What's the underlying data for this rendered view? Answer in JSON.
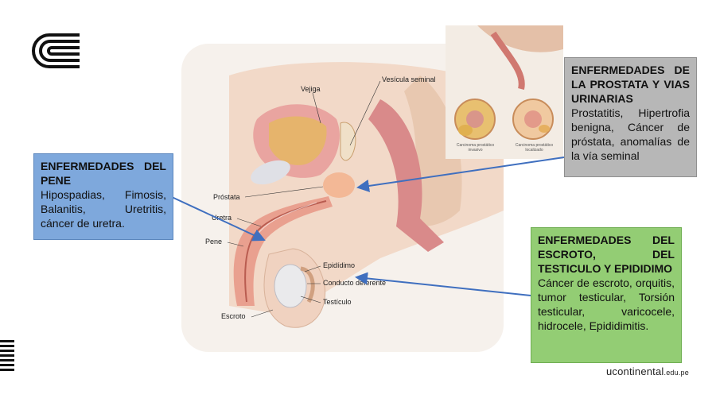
{
  "labels": {
    "vejiga": "Vejiga",
    "vesicula": "Vesícula seminal",
    "prostata": "Próstata",
    "uretra": "Uretra",
    "pene": "Pene",
    "epididimo": "Epidídimo",
    "conducto": "Conducto deferente",
    "testiculo": "Testículo",
    "escroto": "Escroto"
  },
  "inset": {
    "caption_left": "Carcinoma prostático invasivo",
    "caption_right": "Carcinoma prostático localizado"
  },
  "boxes": {
    "pene": {
      "title": "ENFERMEDADES DEL PENE",
      "body": "Hipospadias, Fimosis, Balanitis, Uretritis, cáncer de uretra."
    },
    "prostata": {
      "title": "ENFERMEDADES DE LA PROSTATA Y VIAS URINARIAS",
      "body": "Prostatitis, Hipertrofia benigna, Cáncer de próstata, anomalías de la vía seminal"
    },
    "escroto": {
      "title": "ENFERMEDADES DEL ESCROTO, DEL TESTICULO Y EPIDIDIMO",
      "body": "Cáncer de escroto, orquitis, tumor testicular, Torsión testicular, varicocele, hidrocele, Epididimitis."
    }
  },
  "brand": {
    "main": "ucontinental",
    "suffix": ".edu.pe"
  },
  "colors": {
    "blue_box": "#7ea8dc",
    "gray_box": "#b7b7b7",
    "green_box": "#93cd74",
    "arrow": "#3f6fbf"
  }
}
